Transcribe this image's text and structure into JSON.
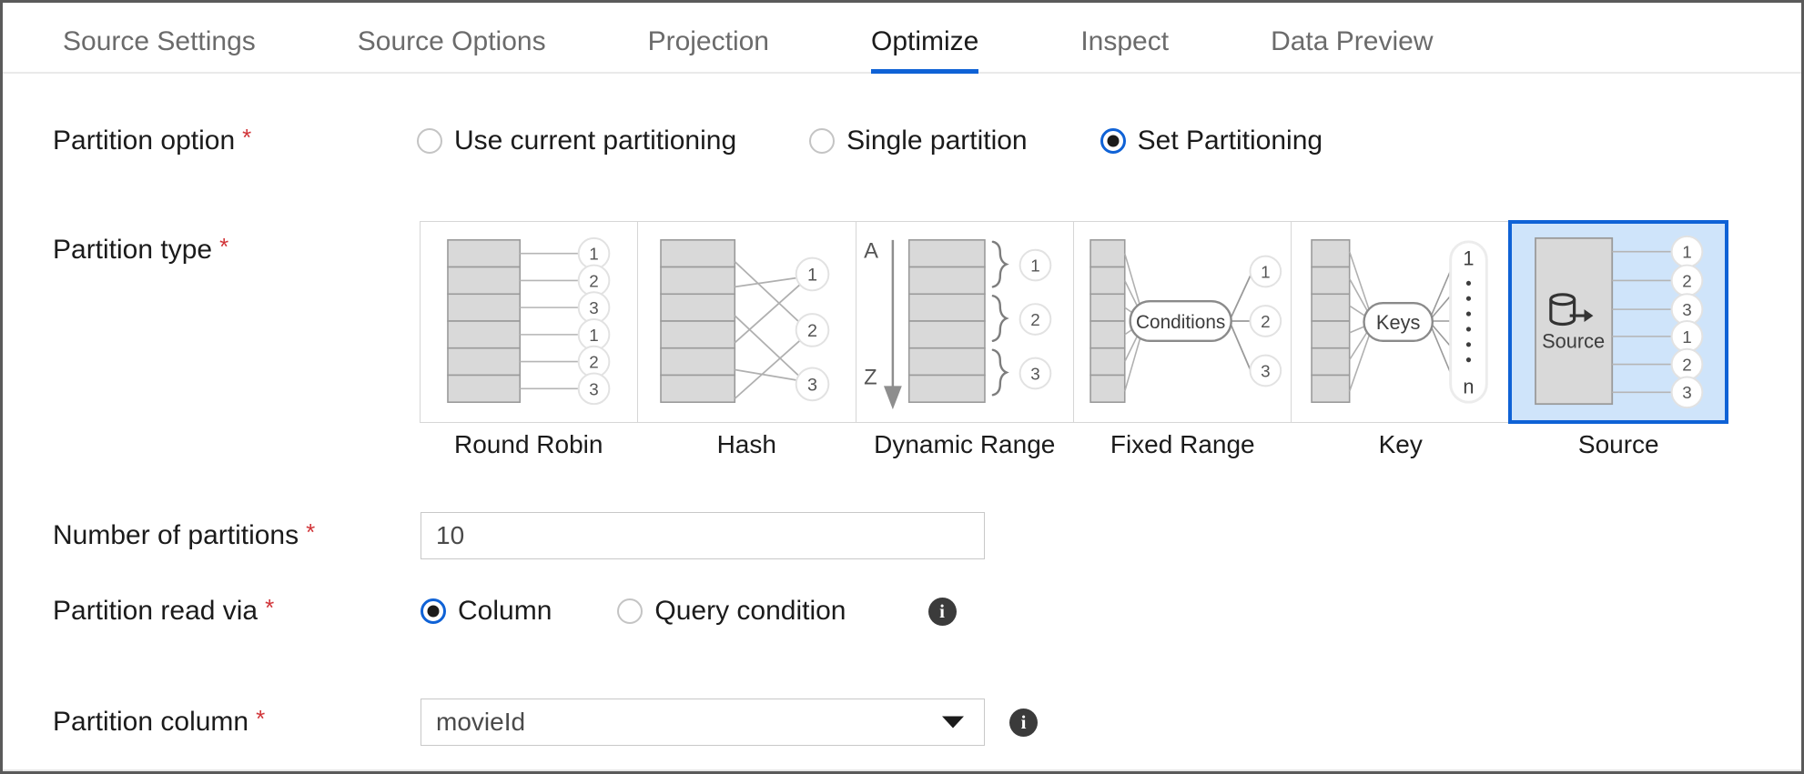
{
  "tabs": [
    {
      "label": "Source Settings",
      "active": false
    },
    {
      "label": "Source Options",
      "active": false
    },
    {
      "label": "Projection",
      "active": false
    },
    {
      "label": "Optimize",
      "active": true
    },
    {
      "label": "Inspect",
      "active": false
    },
    {
      "label": "Data Preview",
      "active": false
    }
  ],
  "colors": {
    "accent": "#0f62d6",
    "required_asterisk": "#d13438",
    "selected_tile_bg": "#cfe4fa",
    "tile_block_fill": "#d9d9d9",
    "tile_stroke": "#9a9a9a",
    "text": "#1b1b1b",
    "muted_text": "#6b6b6b"
  },
  "form": {
    "partition_option": {
      "label": "Partition option",
      "required_marker": "*",
      "options": [
        {
          "label": "Use current partitioning",
          "selected": false
        },
        {
          "label": "Single partition",
          "selected": false
        },
        {
          "label": "Set Partitioning",
          "selected": true
        }
      ]
    },
    "partition_type": {
      "label": "Partition type",
      "required_marker": "*",
      "selected": "Source",
      "tiles": [
        {
          "name": "Round Robin",
          "selected": false,
          "circles": [
            "1",
            "2",
            "3",
            "1",
            "2",
            "3"
          ]
        },
        {
          "name": "Hash",
          "selected": false,
          "circles": [
            "1",
            "2",
            "3"
          ]
        },
        {
          "name": "Dynamic Range",
          "selected": false,
          "circles": [
            "1",
            "2",
            "3"
          ],
          "axis_start": "A",
          "axis_end": "Z"
        },
        {
          "name": "Fixed Range",
          "selected": false,
          "circles": [
            "1",
            "2",
            "3"
          ],
          "pill": "Conditions"
        },
        {
          "name": "Key",
          "selected": false,
          "pill": "Keys",
          "range_top": "1",
          "range_bottom": "n"
        },
        {
          "name": "Source",
          "selected": true,
          "icon_label": "Source",
          "circles": [
            "1",
            "2",
            "3",
            "1",
            "2",
            "3"
          ]
        }
      ]
    },
    "number_of_partitions": {
      "label": "Number of partitions",
      "required_marker": "*",
      "value": "10"
    },
    "partition_read_via": {
      "label": "Partition read via",
      "required_marker": "*",
      "options": [
        {
          "label": "Column",
          "selected": true
        },
        {
          "label": "Query condition",
          "selected": false
        }
      ],
      "info_icon": "info-icon"
    },
    "partition_column": {
      "label": "Partition column",
      "required_marker": "*",
      "value": "movieId",
      "caret_icon": "chevron-down-icon",
      "info_icon": "info-icon"
    }
  }
}
